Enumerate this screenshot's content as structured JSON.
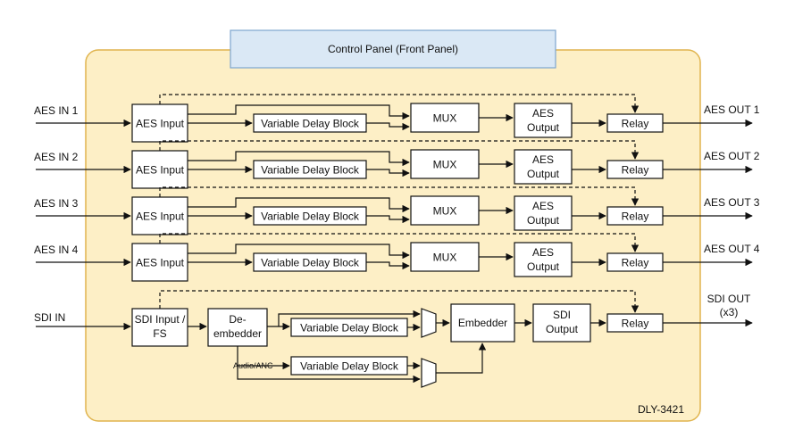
{
  "control_panel": {
    "label": "Control Panel (Front Panel)"
  },
  "model": "DLY-3421",
  "colors": {
    "chassis_fill": "#fdefc6",
    "chassis_stroke": "#e0b44e",
    "panel_fill": "#dae8f5",
    "panel_stroke": "#7ea6cf"
  },
  "aes_channels": [
    {
      "input": "AES IN 1",
      "output": "AES OUT 1"
    },
    {
      "input": "AES IN 2",
      "output": "AES OUT 2"
    },
    {
      "input": "AES IN 3",
      "output": "AES OUT 3"
    },
    {
      "input": "AES IN 4",
      "output": "AES OUT 4"
    }
  ],
  "aes_blocks": {
    "aes_input": "AES Input",
    "delay": "Variable Delay Block",
    "mux": "MUX",
    "aes_output_line1": "AES",
    "aes_output_line2": "Output",
    "relay": "Relay"
  },
  "sdi": {
    "input": "SDI IN",
    "output_line1": "SDI OUT",
    "output_line2": "(x3)",
    "sdi_input_line1": "SDI Input /",
    "sdi_input_line2": "FS",
    "deembedder_line1": "De-",
    "deembedder_line2": "embedder",
    "delay_top": "Variable Delay Block",
    "delay_bottom": "Variable Delay Block",
    "audio_anc": "Audio/ANC",
    "embedder": "Embedder",
    "sdi_output_line1": "SDI",
    "sdi_output_line2": "Output",
    "relay": "Relay"
  }
}
